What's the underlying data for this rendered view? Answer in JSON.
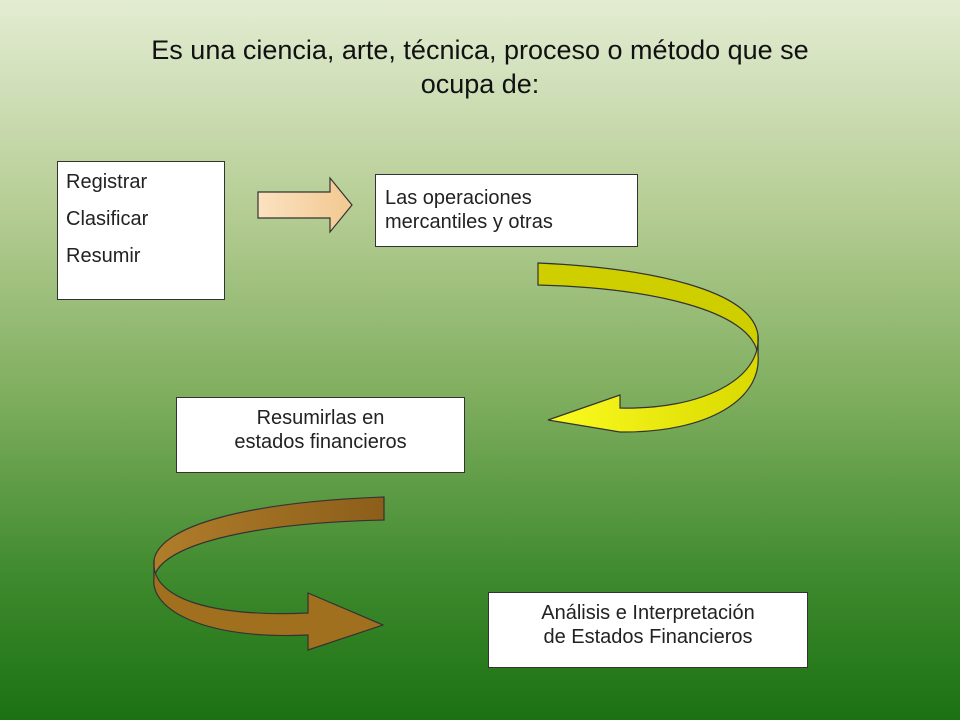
{
  "title": {
    "line1": "Es una ciencia, arte, técnica, proceso o método que se",
    "line2": "ocupa de:"
  },
  "boxes": {
    "verbs": [
      "Registrar",
      "Clasificar",
      "Resumir"
    ],
    "operations": [
      "Las operaciones",
      "mercantiles y otras"
    ],
    "summarize": [
      "Resumirlas en",
      "estados financieros"
    ],
    "analysis": [
      "Análisis e Interpretación",
      "de Estados Financieros"
    ]
  },
  "colors": {
    "straight_arrow": "#f5cf9f",
    "curved_arrow_1": "#f0f000",
    "curved_arrow_2": "#9a6a20"
  }
}
